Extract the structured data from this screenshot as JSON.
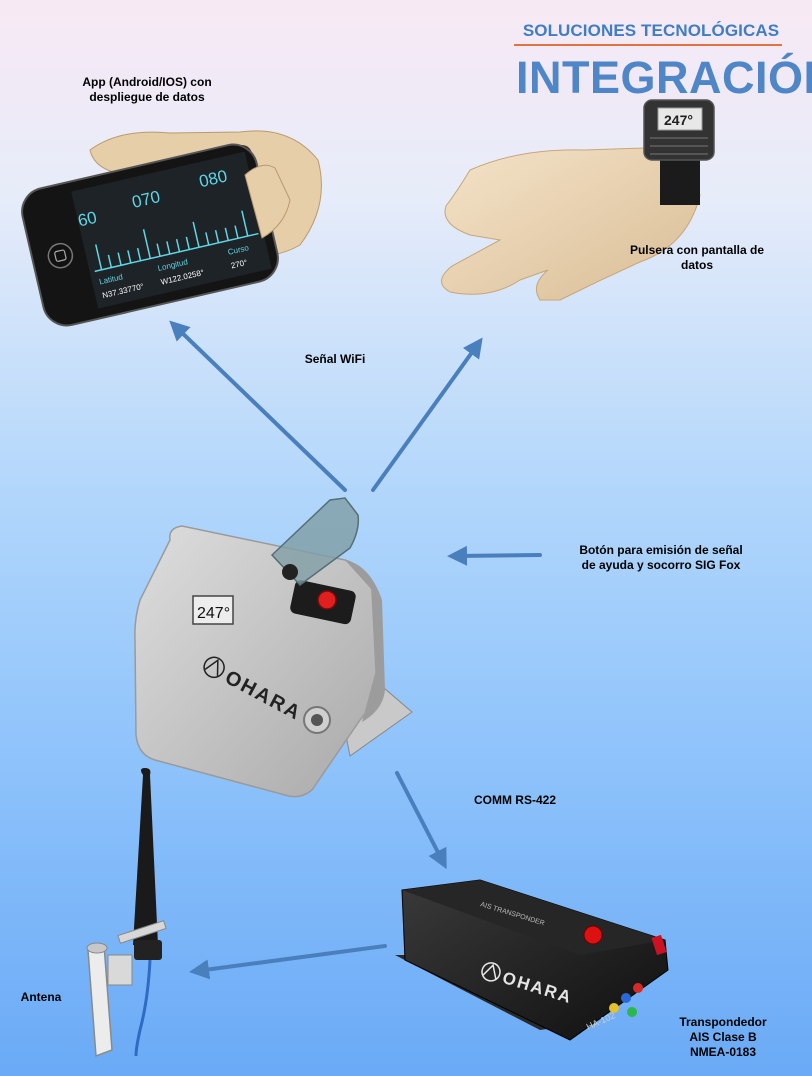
{
  "header": {
    "subtitle": "SOLUCIONES TECNOLÓGICAS",
    "title": "INTEGRACIÓN"
  },
  "labels": {
    "app_line1": "App (Android/IOS) con",
    "app_line2": "despliegue de datos",
    "bracelet_line1": "Pulsera con pantalla de",
    "bracelet_line2": "datos",
    "wifi": "Señal WiFi",
    "button_line1": "Botón para emisión de señal",
    "button_line2": "de ayuda y socorro SIG Fox",
    "comm": "COMM RS-422",
    "antenna": "Antena",
    "transponder_line1": "Transpondedor",
    "transponder_line2": "AIS Clase B",
    "transponder_line3": "NMEA-0183"
  },
  "phone_screen": {
    "heading_left": "60",
    "heading_mid": "070",
    "heading_right": "080",
    "lat_label": "Latitud",
    "lon_label": "Longitud",
    "course_label": "Curso",
    "lat_value": "N37.33770°",
    "lon_value": "W122.0258°",
    "course_value": "270°"
  },
  "devices": {
    "bracelet_display": "247°",
    "box_display": "247°",
    "box_brand": "OHARA",
    "transponder_brand": "OHARA",
    "transponder_model": "HA-102",
    "transponder_label": "AIS TRANSPONDER"
  },
  "colors": {
    "arrow": "#4a7fbd",
    "accent_orange": "#e0733f",
    "title_blue": "#4e86c8"
  }
}
